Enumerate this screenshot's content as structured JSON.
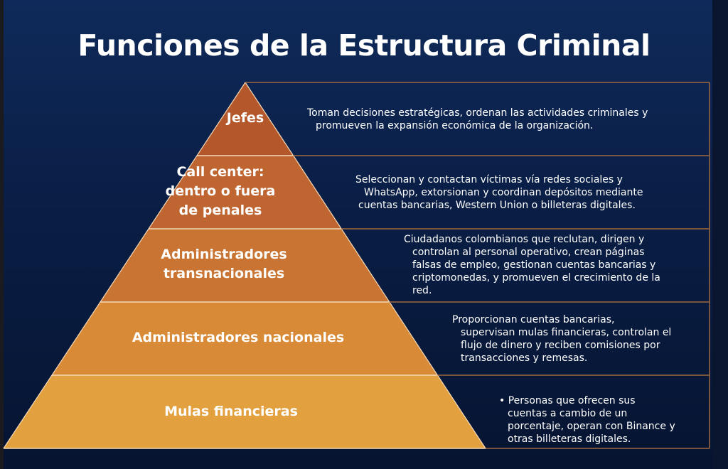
{
  "title": "Funciones de la Estructura Criminal",
  "levels": [
    {
      "name": "Jefes",
      "color": "#b4582b",
      "description": [
        "Toman decisiones estratégicas, ordenan las actividades criminales y",
        "promueven la expansión económica de la organización."
      ]
    },
    {
      "name": "Call center: dentro o fuera de penales",
      "name_lines": [
        "Call center:",
        "dentro o fuera",
        "de penales"
      ],
      "color": "#bf6531",
      "description": [
        "Seleccionan y contactan víctimas vía redes sociales y",
        "WhatsApp, extorsionan y coordinan depósitos mediante",
        "cuentas bancarias, Western Union o billeteras digitales."
      ]
    },
    {
      "name": "Administradores transnacionales",
      "name_lines": [
        "Administradores",
        "transnacionales"
      ],
      "color": "#c97432",
      "description": [
        "Ciudadanos colombianos que reclutan, dirigen y",
        "controlan al personal operativo, crean páginas",
        "falsas de empleo, gestionan cuentas bancarias y",
        "criptomonedas, y promueven el crecimiento de la",
        "red."
      ]
    },
    {
      "name": "Administradores nacionales",
      "color": "#d98a36",
      "description": [
        "Proporcionan cuentas bancarias,",
        "supervisan mulas financieras, controlan el",
        "flujo de dinero y reciben comisiones por",
        "transacciones y remesas."
      ]
    },
    {
      "name": "Mulas financieras",
      "color": "#e3a03f",
      "description": [
        "• Personas que ofrecen sus",
        "cuentas a cambio de un",
        "porcentaje, operan con Binance y",
        "otras billeteras digitales."
      ]
    }
  ],
  "line_color": "#a0683f"
}
